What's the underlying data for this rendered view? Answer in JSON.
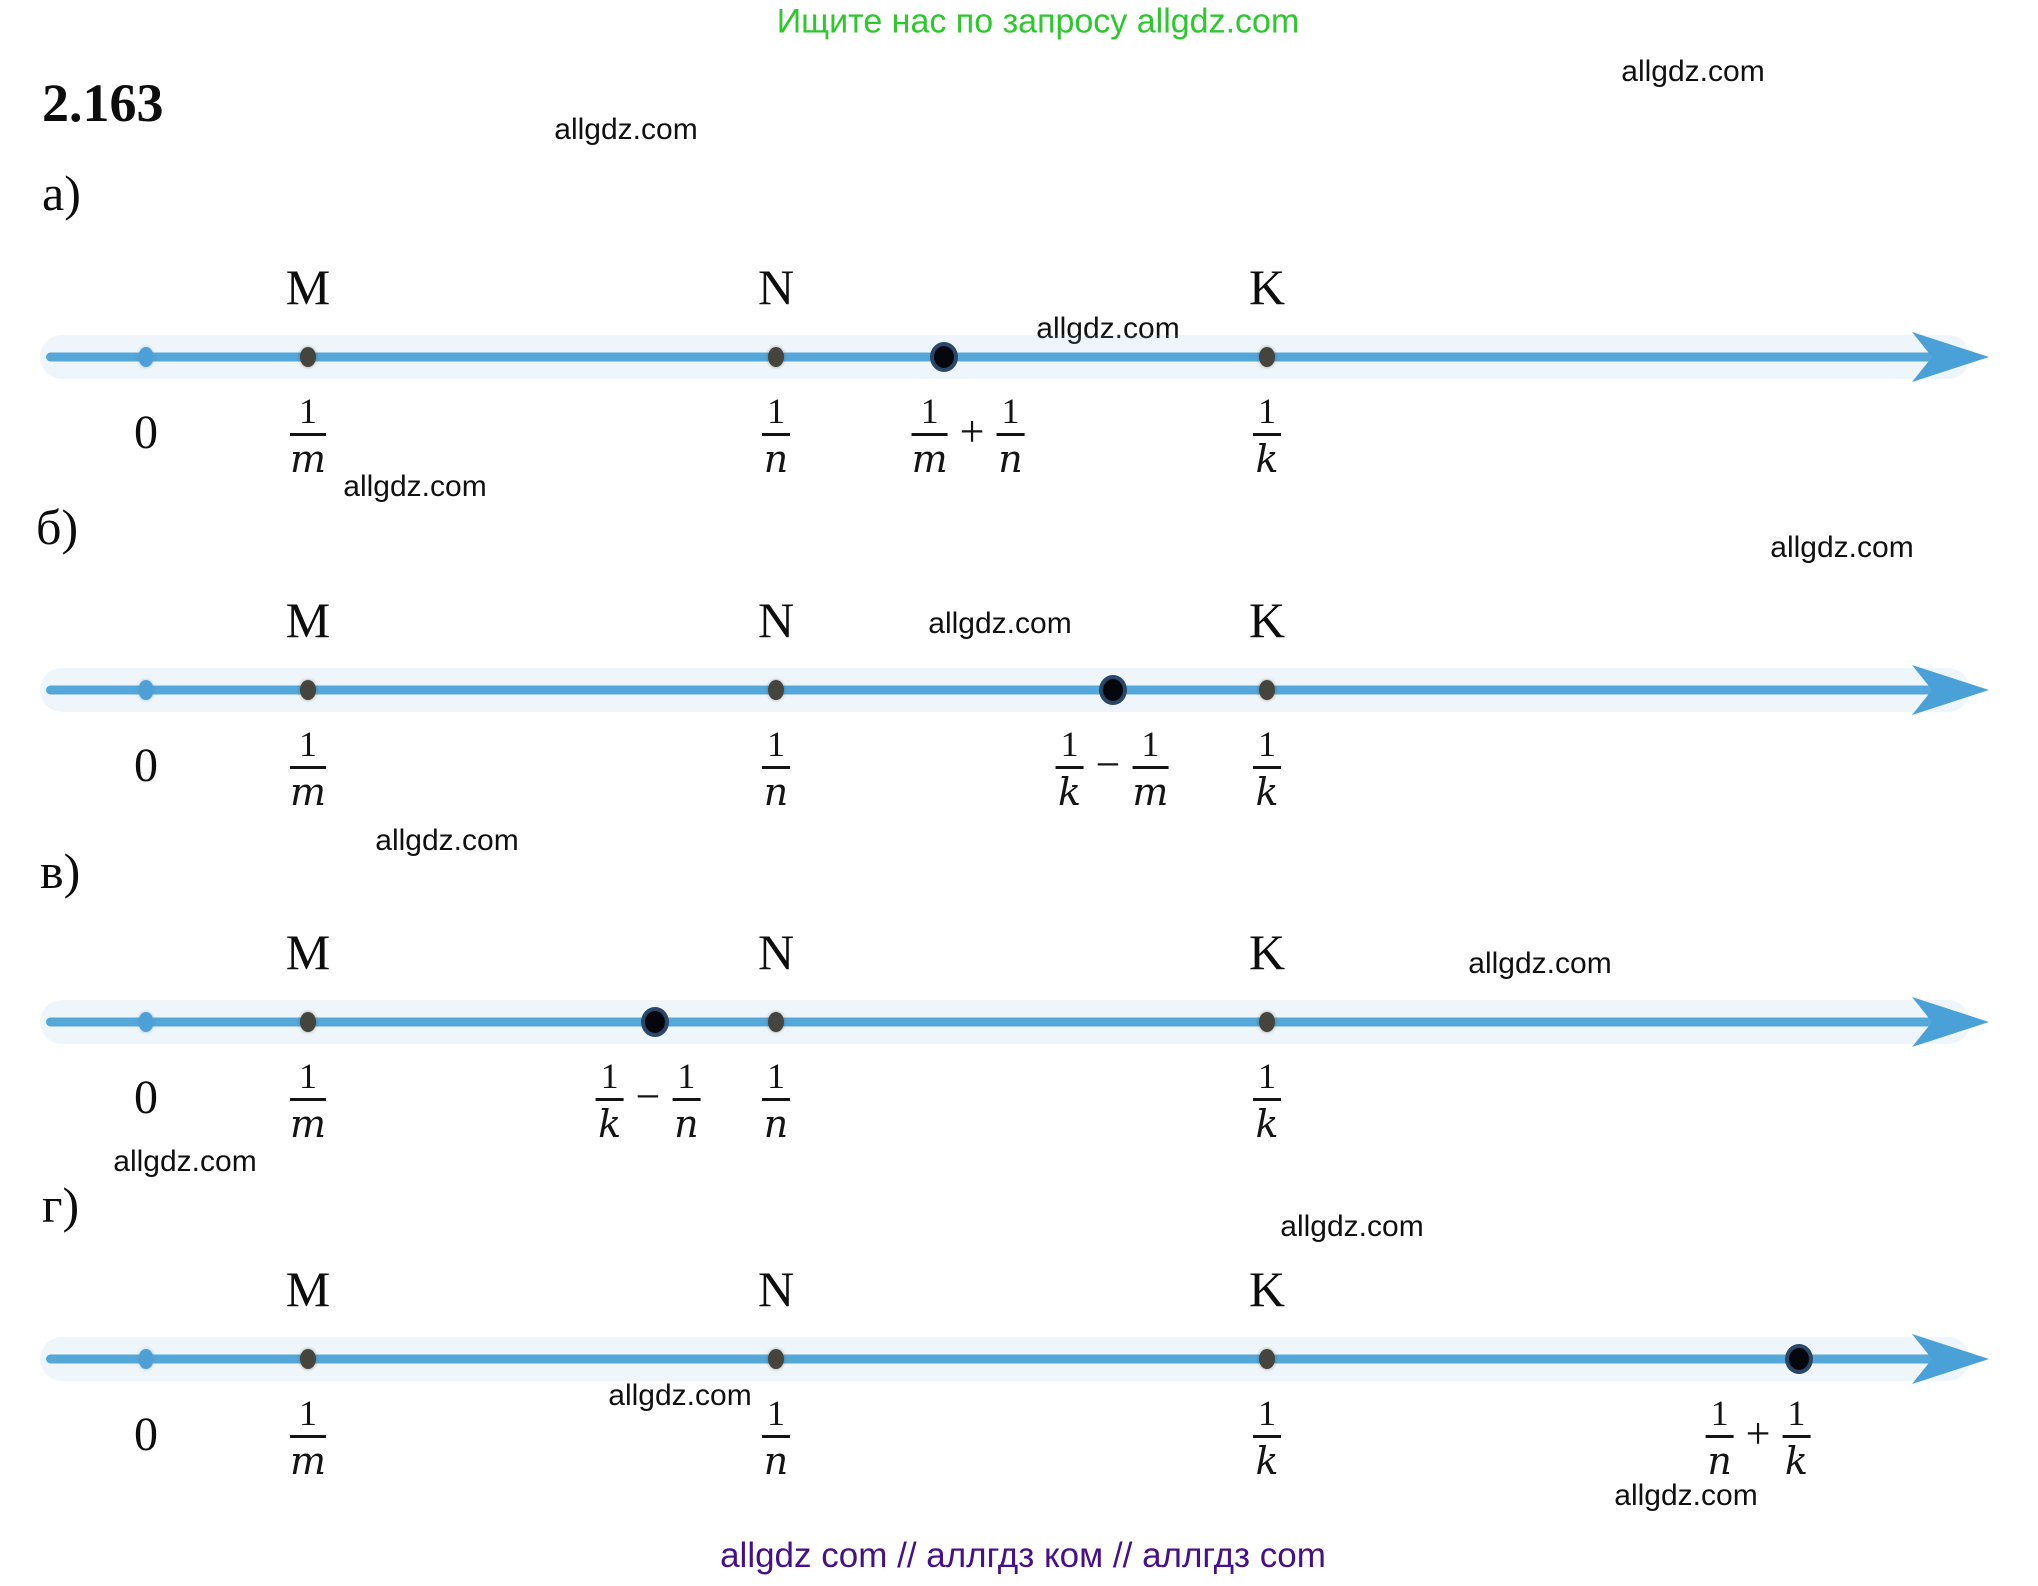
{
  "header": {
    "text": "Ищите нас по запросу allgdz.com"
  },
  "problem_number": "2.163",
  "watermark_text": "allgdz.com",
  "watermarks": [
    {
      "text": "allgdz.com"
    },
    {
      "text": "allgdz.com"
    },
    {
      "text": "allgdz.com"
    },
    {
      "text": "allgdz.com"
    },
    {
      "text": "allgdz.com"
    },
    {
      "text": "allgdz.com"
    },
    {
      "text": "allgdz.com"
    },
    {
      "text": "allgdz.com"
    },
    {
      "text": "allgdz.com"
    },
    {
      "text": "allgdz.com"
    },
    {
      "text": "allgdz.com"
    },
    {
      "text": "allgdz.com"
    }
  ],
  "sections": [
    {
      "label": "а)",
      "zero": "0",
      "letters": [
        "M",
        "N",
        "K"
      ],
      "fractions": {
        "at_m": {
          "num": "1",
          "den": "m"
        },
        "at_n": {
          "num": "1",
          "den": "n"
        },
        "at_k": {
          "num": "1",
          "den": "k"
        },
        "expression": {
          "left_num": "1",
          "left_den": "m",
          "op": "+",
          "right_num": "1",
          "right_den": "n"
        }
      }
    },
    {
      "label": "б)",
      "zero": "0",
      "letters": [
        "M",
        "N",
        "K"
      ],
      "fractions": {
        "at_m": {
          "num": "1",
          "den": "m"
        },
        "at_n": {
          "num": "1",
          "den": "n"
        },
        "at_k": {
          "num": "1",
          "den": "k"
        },
        "expression": {
          "left_num": "1",
          "left_den": "k",
          "op": "−",
          "right_num": "1",
          "right_den": "m"
        }
      }
    },
    {
      "label": "в)",
      "zero": "0",
      "letters": [
        "M",
        "N",
        "K"
      ],
      "fractions": {
        "at_m": {
          "num": "1",
          "den": "m"
        },
        "at_n": {
          "num": "1",
          "den": "n"
        },
        "at_k": {
          "num": "1",
          "den": "k"
        },
        "expression": {
          "left_num": "1",
          "left_den": "k",
          "op": "−",
          "right_num": "1",
          "right_den": "n"
        }
      }
    },
    {
      "label": "г)",
      "zero": "0",
      "letters": [
        "M",
        "N",
        "K"
      ],
      "fractions": {
        "at_m": {
          "num": "1",
          "den": "m"
        },
        "at_n": {
          "num": "1",
          "den": "n"
        },
        "at_k": {
          "num": "1",
          "den": "k"
        },
        "expression": {
          "left_num": "1",
          "left_den": "n",
          "op": "+",
          "right_num": "1",
          "right_den": "k"
        }
      }
    }
  ],
  "footer": {
    "text": "allgdz com  //  аллгдз ком  //  аллгдз com"
  },
  "colors": {
    "line_blue": "#54a7d9",
    "header_green": "#2bc92b",
    "footer_purple": "#45108a",
    "point_dark": "#45453e",
    "big_point_ring": "#2a4668"
  }
}
